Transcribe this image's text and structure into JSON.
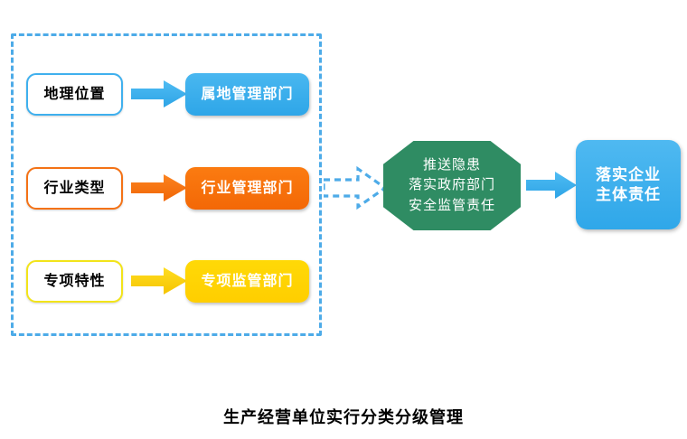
{
  "diagram": {
    "caption": "生产经营单位实行分类分级管理",
    "group": {
      "name": "classification-criteria-group",
      "border_color": "#4DABE8",
      "border_style": "dashed"
    },
    "rows": [
      {
        "criterion": "地理位置",
        "department": "属地管理部门",
        "color": "#3FB0EE",
        "arrow_color": "#33AEEE"
      },
      {
        "criterion": "行业类型",
        "department": "行业管理部门",
        "color": "#F47216",
        "arrow_color": "#F8751A"
      },
      {
        "criterion": "专项特性",
        "department": "专项监管部门",
        "color": "#F2E41A",
        "arrow_color": "#FFD400"
      }
    ],
    "octagon": {
      "label": "推送隐患\n落实政府部门\n安全监管责任",
      "fill": "#2F8C63"
    },
    "result": {
      "label": "落实企业\n主体责任",
      "fill": "#33AEEE"
    },
    "connectors": {
      "dashed_arrow_color": "#4DABE8",
      "octagon_to_result_arrow_color": "#33AEEE"
    }
  }
}
